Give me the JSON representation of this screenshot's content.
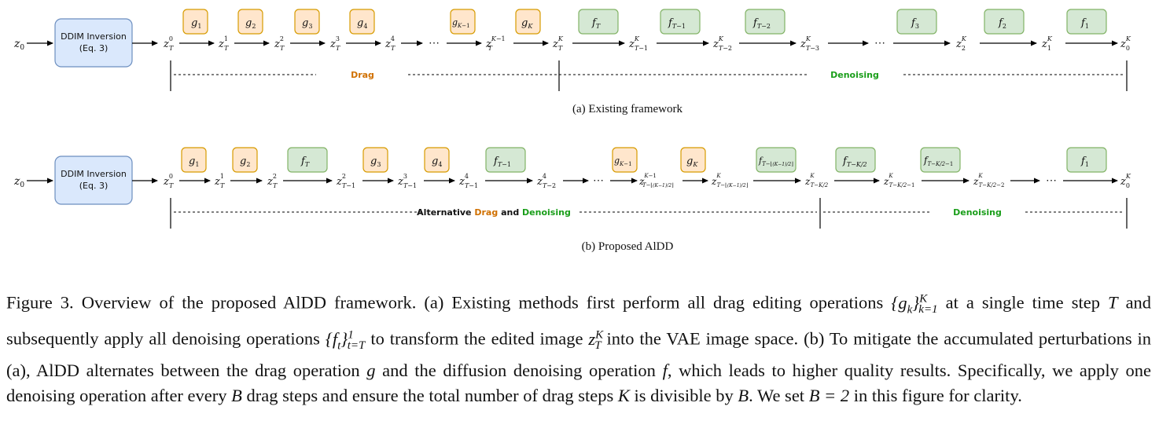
{
  "colors": {
    "ddim_fill": "#dae8fc",
    "ddim_stroke": "#6c8ebf",
    "drag_fill": "#ffe6cc",
    "drag_stroke": "#d79b00",
    "denoise_fill": "#d5e8d4",
    "denoise_stroke": "#82b366",
    "drag_text": "#d07000",
    "denoise_text": "#1a9e1a"
  },
  "diagram_a": {
    "input": "z0",
    "ddim_line1": "DDIM Inversion",
    "ddim_line2": "(Eq. 3)",
    "nodes": [
      "z_T^0",
      "z_T^1",
      "z_T^2",
      "z_T^3",
      "z_T^4",
      "…",
      "z_T^{K−1}",
      "z_T^K",
      "z_{T−1}^K",
      "z_{T−2}^K",
      "z_{T−3}^K",
      "…",
      "z_2^K",
      "z_1^K",
      "z_0^K"
    ],
    "drag_ops": [
      "g1",
      "g2",
      "g3",
      "g4",
      "g_{K−1}",
      "g_K"
    ],
    "denoise_ops": [
      "f_T",
      "f_{T−1}",
      "f_{T−2}",
      "f3",
      "f2",
      "f1"
    ],
    "phase_drag": "Drag",
    "phase_denoising": "Denoising",
    "caption": "(a) Existing framework"
  },
  "diagram_b": {
    "input": "z0",
    "ddim_line1": "DDIM Inversion",
    "ddim_line2": "(Eq. 3)",
    "drag_ops": [
      "g1",
      "g2",
      "g3",
      "g4",
      "g_{K−1}",
      "g_K"
    ],
    "denoise_ops": [
      "f_T",
      "f_{T−1}",
      "f_{T−⌊(K−1)/2⌋}",
      "f_{T−K/2}",
      "f_{T−K/2−1}",
      "f1"
    ],
    "phase_alt_prefix": "Alternative",
    "phase_alt_drag": "Drag",
    "phase_alt_and": "and",
    "phase_alt_denoising": "Denoising",
    "phase_denoising": "Denoising",
    "caption": "(b) Proposed AlDD"
  },
  "figure_caption": {
    "label": "Figure 3.",
    "text_1": "Overview of the proposed AlDD framework. (a) Existing methods first perform all drag editing operations",
    "text_2": "at a single time step",
    "text_3": "and subsequently apply all denoising operations",
    "text_4": "to transform the edited image",
    "text_5": "into the VAE image space. (b) To mitigate the accumulated perturbations in (a), AlDD alternates between the drag operation",
    "text_6": "and the diffusion denoising operation",
    "text_7": ", which leads to higher quality results. Specifically, we apply one denoising operation after every",
    "text_8": "drag steps and ensure the total number of drag steps",
    "text_9": "is divisible by",
    "text_10": ". We set",
    "text_11": "in this figure for clarity.",
    "m_gset": "{g_k}_{k=1}^K",
    "m_T": "T",
    "m_fset": "{f_t}_{t=T}^1",
    "m_zTK": "z_T^K",
    "m_g": "g",
    "m_f": "f",
    "m_B": "B",
    "m_K": "K",
    "m_B2": "B",
    "m_B_eq": "B = 2"
  }
}
